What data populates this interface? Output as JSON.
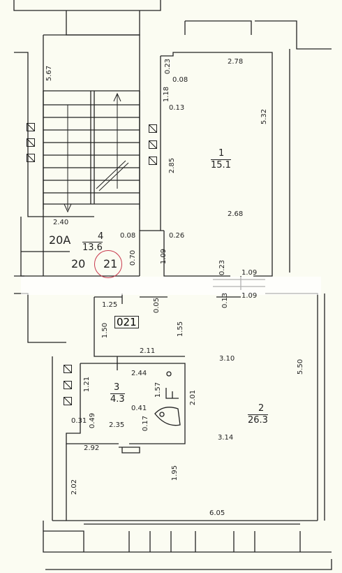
{
  "rooms": [
    {
      "id": "r1",
      "number": "1",
      "area": "15.1"
    },
    {
      "id": "r2",
      "number": "2",
      "area": "26.3"
    },
    {
      "id": "r3",
      "number": "3",
      "area": "4.3"
    },
    {
      "id": "r4",
      "number": "4",
      "area": "13.6"
    }
  ],
  "unit_code": "021",
  "apartment_labels": [
    "20A",
    "20",
    "21"
  ],
  "highlighted_label": "21",
  "dimensions": {
    "d567": "5.67",
    "d278": "2.78",
    "d023a": "0.23",
    "d008a": "0.08",
    "d118": "1.18",
    "d013a": "0.13",
    "d532": "5.32",
    "d285": "2.85",
    "d268": "2.68",
    "d240": "2.40",
    "d008b": "0.08",
    "d026": "0.26",
    "d109a": "1.09",
    "d070": "0.70",
    "d023b": "0.23",
    "d109b": "1.09",
    "d013b": "0.13",
    "d109c": "1.09",
    "d125": "1.25",
    "d005": "0.05",
    "d150": "1.50",
    "d155": "1.55",
    "d211": "2.11",
    "d310": "3.10",
    "d550": "5.50",
    "d244": "2.44",
    "d121": "1.21",
    "d157": "1.57",
    "d201": "2.01",
    "d041": "0.41",
    "d031": "0.31",
    "d049": "0.49",
    "d235": "2.35",
    "d017": "0.17",
    "d314": "3.14",
    "d292": "2.92",
    "d195": "1.95",
    "d202": "2.02",
    "d605": "6.05"
  },
  "colors": {
    "line": "#222222",
    "highlight": "#c8384c",
    "background": "#fbfcf2"
  }
}
